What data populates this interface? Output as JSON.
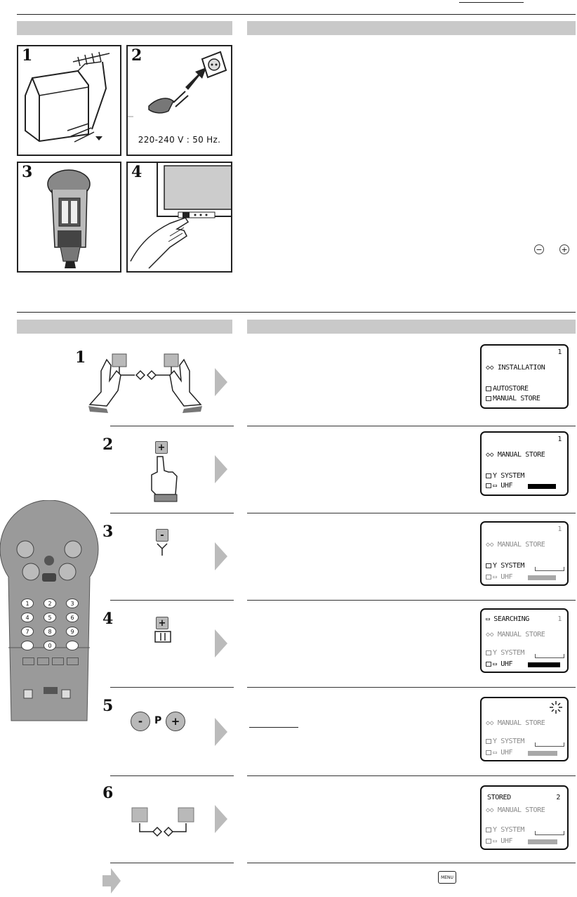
{
  "panels": [
    {
      "number": "1",
      "caption": ""
    },
    {
      "number": "2",
      "caption": "220-240 V : 50 Hz."
    },
    {
      "number": "3",
      "caption": ""
    },
    {
      "number": "4",
      "caption": ""
    }
  ],
  "steps": [
    {
      "number": "1"
    },
    {
      "number": "2"
    },
    {
      "number": "3"
    },
    {
      "number": "4"
    },
    {
      "number": "5"
    },
    {
      "number": "6"
    }
  ],
  "keys": {
    "minus": "-",
    "plus": "+",
    "p": "P",
    "menu": "MENU"
  },
  "osd": {
    "s1": {
      "corner": "1",
      "title": "INSTALLATION",
      "line1": "AUTOSTORE",
      "line2": "MANUAL STORE"
    },
    "s2": {
      "corner": "1",
      "title": "MANUAL STORE",
      "line1": "SYSTEM",
      "line2": "UHF"
    },
    "s3": {
      "corner": "1",
      "title": "MANUAL STORE",
      "line1": "SYSTEM",
      "line2": "UHF"
    },
    "s4": {
      "top": "SEARCHING",
      "corner": "1",
      "title": "MANUAL STORE",
      "line1": "SYSTEM",
      "line2": "UHF"
    },
    "s5": {
      "title": "MANUAL STORE",
      "line1": "SYSTEM",
      "line2": "UHF"
    },
    "s6": {
      "top": "STORED",
      "corner": "2",
      "title": "MANUAL STORE",
      "line1": "SYSTEM",
      "line2": "UHF"
    }
  },
  "remote_keys": [
    "1",
    "2",
    "3",
    "4",
    "5",
    "6",
    "7",
    "8",
    "9",
    "",
    "0",
    ""
  ],
  "colors": {
    "header_bar": "#c9c9c9",
    "button_grey": "#b9b9b9",
    "remote_body": "#9a9a9a"
  }
}
